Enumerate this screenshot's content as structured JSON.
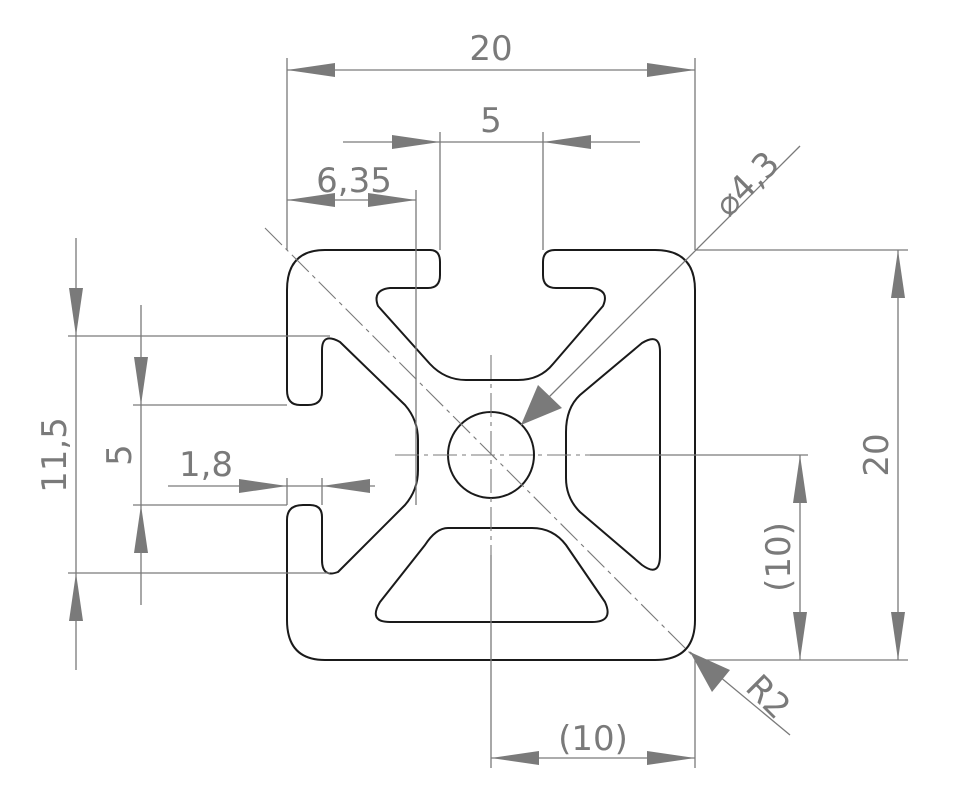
{
  "drawing": {
    "dimensions": {
      "overall_width": "20",
      "slot_width": "5",
      "slot_edge_offset": "6,35",
      "center_bore_diameter": "⌀4,3",
      "overall_height": "20",
      "slot_depth_height": "11,5",
      "side_slot_width": "5",
      "wall_thickness": "1,8",
      "half_height_ref": "(10)",
      "half_width_ref": "(10)",
      "corner_radius": "R2"
    }
  }
}
